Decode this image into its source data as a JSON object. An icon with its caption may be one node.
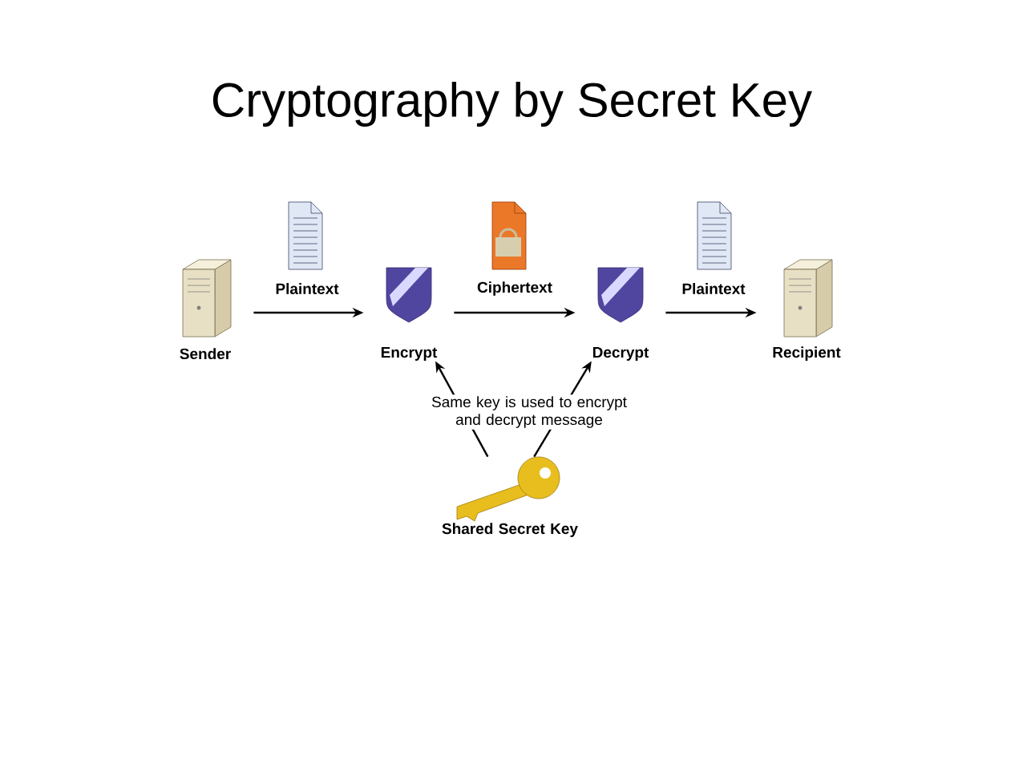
{
  "diagram": {
    "title": "Cryptography by Secret Key",
    "nodes": [
      {
        "text": [
          "Sender"
        ]
      },
      {
        "text": [
          "Encrypt"
        ]
      },
      {
        "text": [
          "Decrypt"
        ]
      },
      {
        "text": [
          "Recipient"
        ]
      },
      {
        "text": [
          "Shared Secret Key"
        ]
      }
    ],
    "edges": [
      {
        "from": 0,
        "to": 1,
        "arrow": "to",
        "label": "Plaintext"
      },
      {
        "from": 1,
        "to": 2,
        "arrow": "to",
        "label": "Ciphertext"
      },
      {
        "from": 2,
        "to": 3,
        "arrow": "to",
        "label": "Plaintext"
      },
      {
        "from": 4,
        "to": 1,
        "arrow": "to"
      },
      {
        "from": 4,
        "to": 2,
        "arrow": "to"
      }
    ],
    "labels": [
      "Same key is used to encrypt and decrypt message"
    ]
  }
}
